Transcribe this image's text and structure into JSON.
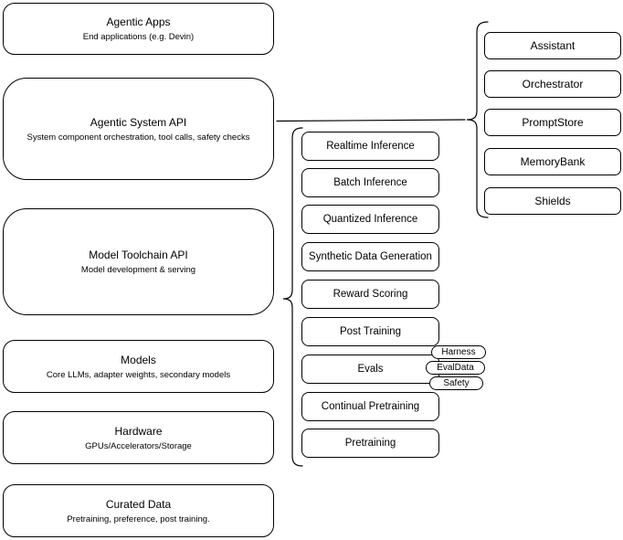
{
  "diagram": {
    "left_column": [
      {
        "title": "Agentic Apps",
        "subtitle": "End applications (e.g. Devin)"
      },
      {
        "title": "Agentic System API",
        "subtitle": "System component orchestration, tool calls, safety checks"
      },
      {
        "title": "Model Toolchain API",
        "subtitle": "Model development & serving"
      },
      {
        "title": "Models",
        "subtitle": "Core LLMs, adapter weights, secondary models"
      },
      {
        "title": "Hardware",
        "subtitle": "GPUs/Accelerators/Storage"
      },
      {
        "title": "Curated Data",
        "subtitle": "Pretraining, preference, post training."
      }
    ],
    "toolchain_components": [
      "Realtime Inference",
      "Batch Inference",
      "Quantized Inference",
      "Synthetic Data Generation",
      "Reward Scoring",
      "Post Training",
      "Evals",
      "Continual Pretraining",
      "Pretraining"
    ],
    "evals_tags": [
      "Harness",
      "EvalData",
      "Safety"
    ],
    "system_components": [
      "Assistant",
      "Orchestrator",
      "PromptStore",
      "MemoryBank",
      "Shields"
    ],
    "colors": {
      "stroke": "#000000",
      "fill": "#ffffff"
    }
  }
}
